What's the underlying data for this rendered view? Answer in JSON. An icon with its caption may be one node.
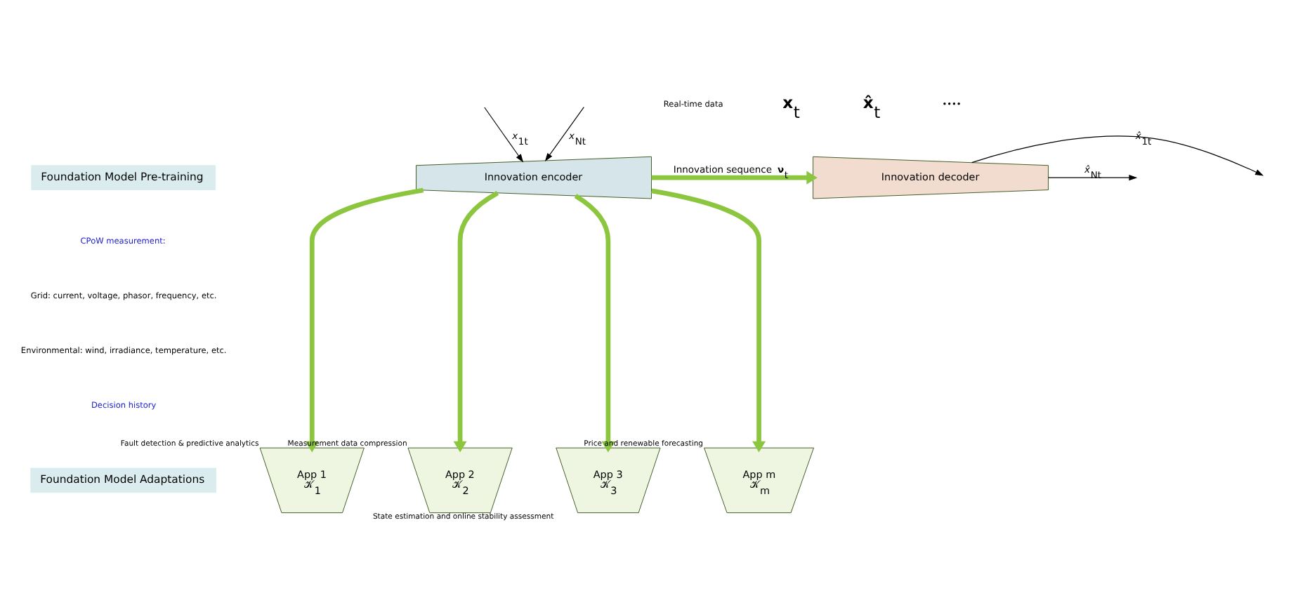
{
  "diagram": {
    "nodes": [
      {
        "text": [
          "Foundation Model Pre-training"
        ]
      },
      {
        "text": [
          "Foundation Model Adaptations"
        ]
      },
      {
        "text": [
          "Innovation encoder"
        ]
      },
      {
        "text": [
          "Innovation decoder"
        ]
      },
      {
        "text": [
          "App 1",
          "𝒦$_{1}$"
        ],
        "beside": [
          "Fault detection & predictive analytics"
        ]
      },
      {
        "text": [
          "App 2",
          "𝒦$_{2}$"
        ],
        "beside": [
          "Measurement data compression"
        ]
      },
      {
        "text": [
          "App 3",
          "𝒦$_{3}$"
        ],
        "beside": [
          "State estimation and online stability assessment"
        ]
      },
      {
        "text": [
          "App m",
          "𝒦$_{m}$"
        ],
        "beside": [
          "Price and renewable forecasting"
        ]
      }
    ],
    "edges": [
      {
        "from": null,
        "to": 2,
        "arrow": "to",
        "label": "*x*$_{1t}$",
        "color": "#000000"
      },
      {
        "from": null,
        "to": 2,
        "arrow": "to",
        "label": "*x*$_{Nt}$",
        "color": "#000000"
      },
      {
        "from": 2,
        "to": 3,
        "arrow": "to",
        "label": "Innovation sequence **ν**$_{t}$"
      },
      {
        "from": 3,
        "to": null,
        "arrow": "to",
        "label": "*x̂*$_{1t}$",
        "color": "#000000"
      },
      {
        "from": 3,
        "to": null,
        "arrow": "to",
        "label": "*x̂*$_{Nt}$",
        "color": "#000000"
      },
      {
        "from": 2,
        "to": 4,
        "arrow": "to"
      },
      {
        "from": 2,
        "to": 5,
        "arrow": "to"
      },
      {
        "from": 2,
        "to": 6,
        "arrow": "to"
      },
      {
        "from": 2,
        "to": 7,
        "arrow": "to"
      }
    ],
    "labels": [
      "CPoW measurement:",
      "Grid: current, voltage, phasor, frequency, etc.",
      "Environmental: wind, irradiance, temperature, etc.",
      "Decision history",
      "Real-time data",
      "**x**$_{t}$",
      "**x̂**$_{t}$",
      "••••"
    ]
  }
}
